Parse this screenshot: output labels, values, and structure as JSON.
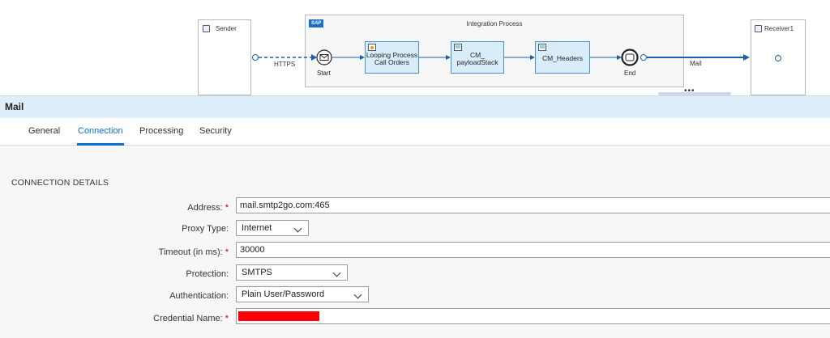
{
  "diagram": {
    "sender_label": "Sender",
    "receiver_label": "Receiver1",
    "integration_process_title": "Integration Process",
    "sap_logo_text": "SAP",
    "start_label": "Start",
    "end_label": "End",
    "https_label": "HTTPS",
    "mail_label": "Mail",
    "steps": [
      {
        "line1": "Looping Process",
        "line2": "Call Orders"
      },
      {
        "line1": "CM_",
        "line2": "payloadStack"
      },
      {
        "line1": "CM_Headers",
        "line2": ""
      }
    ]
  },
  "panel": {
    "title": "Mail",
    "splitter_dots": "•••",
    "tabs": [
      "General",
      "Connection",
      "Processing",
      "Security"
    ],
    "active_tab": "Connection",
    "section_title": "CONNECTION DETAILS",
    "fields": {
      "address": {
        "label": "Address:",
        "value": "mail.smtp2go.com:465"
      },
      "proxy_type": {
        "label": "Proxy Type:",
        "value": "Internet"
      },
      "timeout": {
        "label": "Timeout (in ms):",
        "value": "30000"
      },
      "protection": {
        "label": "Protection:",
        "value": "SMTPS"
      },
      "authentication": {
        "label": "Authentication:",
        "value": "Plain User/Password"
      },
      "credential": {
        "label": "Credential Name:",
        "value": ""
      }
    },
    "required_mark": "*"
  },
  "colors": {
    "accent": "#0a6ed1",
    "header_bg": "#dfeefb",
    "step_fill": "#d9ecfa",
    "step_border": "#4c8fd0",
    "required": "#bb0000",
    "redaction": "#ff0000"
  }
}
